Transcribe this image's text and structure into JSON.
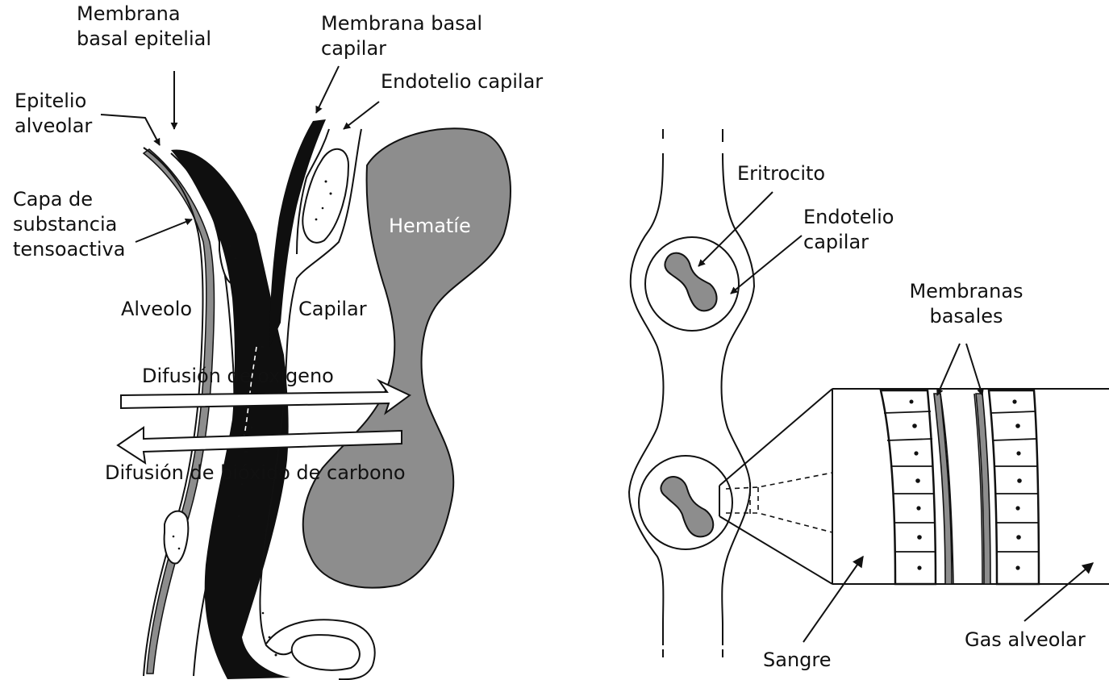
{
  "left_panel": {
    "labels": {
      "membrana_basal_epitelial": [
        "Membrana",
        "basal epitelial"
      ],
      "membrana_basal_capilar": [
        "Membrana basal",
        "capilar"
      ],
      "endotelio_capilar": "Endotelio capilar",
      "epitelio_alveolar": [
        "Epitelio",
        "alveolar"
      ],
      "capa_substancia": [
        "Capa de",
        "substancia",
        "tensoactiva"
      ],
      "hematie": "Hematíe",
      "alveolo": "Alveolo",
      "capilar": "Capilar",
      "difusion_oxigeno": "Difusión de oxígeno",
      "difusion_co2": "Difusión de bióxido de carbono"
    }
  },
  "right_panel": {
    "labels": {
      "eritrocito": "Eritrocito",
      "endotelio_capilar": [
        "Endotelio",
        "capilar"
      ],
      "membranas_basales": [
        "Membranas",
        "basales"
      ],
      "sangre": "Sangre",
      "gas_alveolar": "Gas alveolar"
    }
  },
  "colors": {
    "ink": "#111111",
    "gray_fill": "#8d8d8d",
    "dark_layer": "#0f0f0f",
    "paper": "#ffffff"
  }
}
